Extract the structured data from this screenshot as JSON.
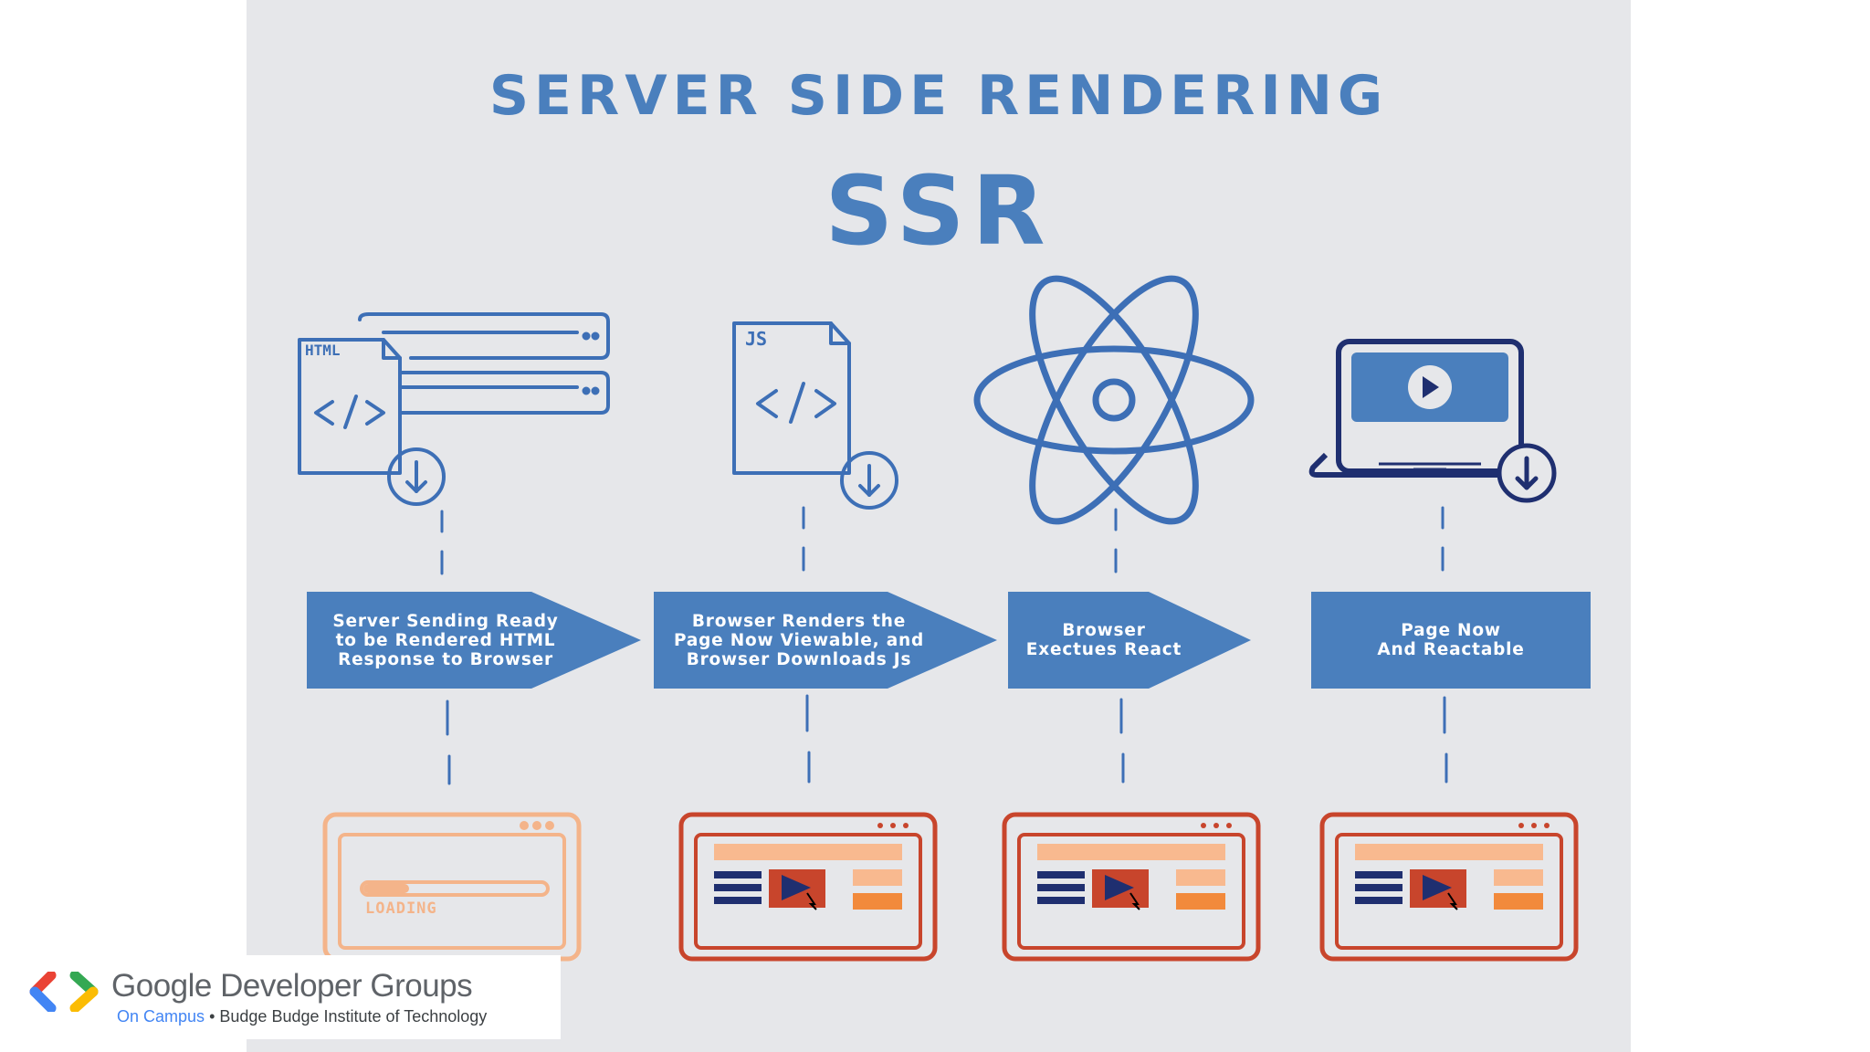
{
  "diagram": {
    "title": "SERVER SIDE RENDERING",
    "subtitle": "SSR",
    "file_labels": {
      "html": "HTML",
      "js": "JS"
    },
    "loading_label": "LOADING",
    "steps": [
      {
        "text": "Server Sending Ready\nto be Rendered HTML\nResponse to Browser"
      },
      {
        "text": "Browser Renders the\nPage Now Viewable, and\nBrowser Downloads Js"
      },
      {
        "text": "Browser\nExectues React"
      },
      {
        "text_line1": "Page Now",
        "text_line2_prefix": "And ",
        "text_line2_bold": "Reactable"
      }
    ],
    "colors": {
      "accent_blue": "#4a7fbd",
      "line_blue": "#3d6fb6",
      "navy": "#1f2f70",
      "loading_orange": "#f4b48a",
      "browser_red": "#c8452c",
      "browser_peach": "#f8b98f",
      "browser_orange": "#f28a3c"
    }
  },
  "branding": {
    "org_name": "Google Developer Groups",
    "campus": "On Campus",
    "separator": "•",
    "institute": "Budge Budge Institute of Technology"
  }
}
